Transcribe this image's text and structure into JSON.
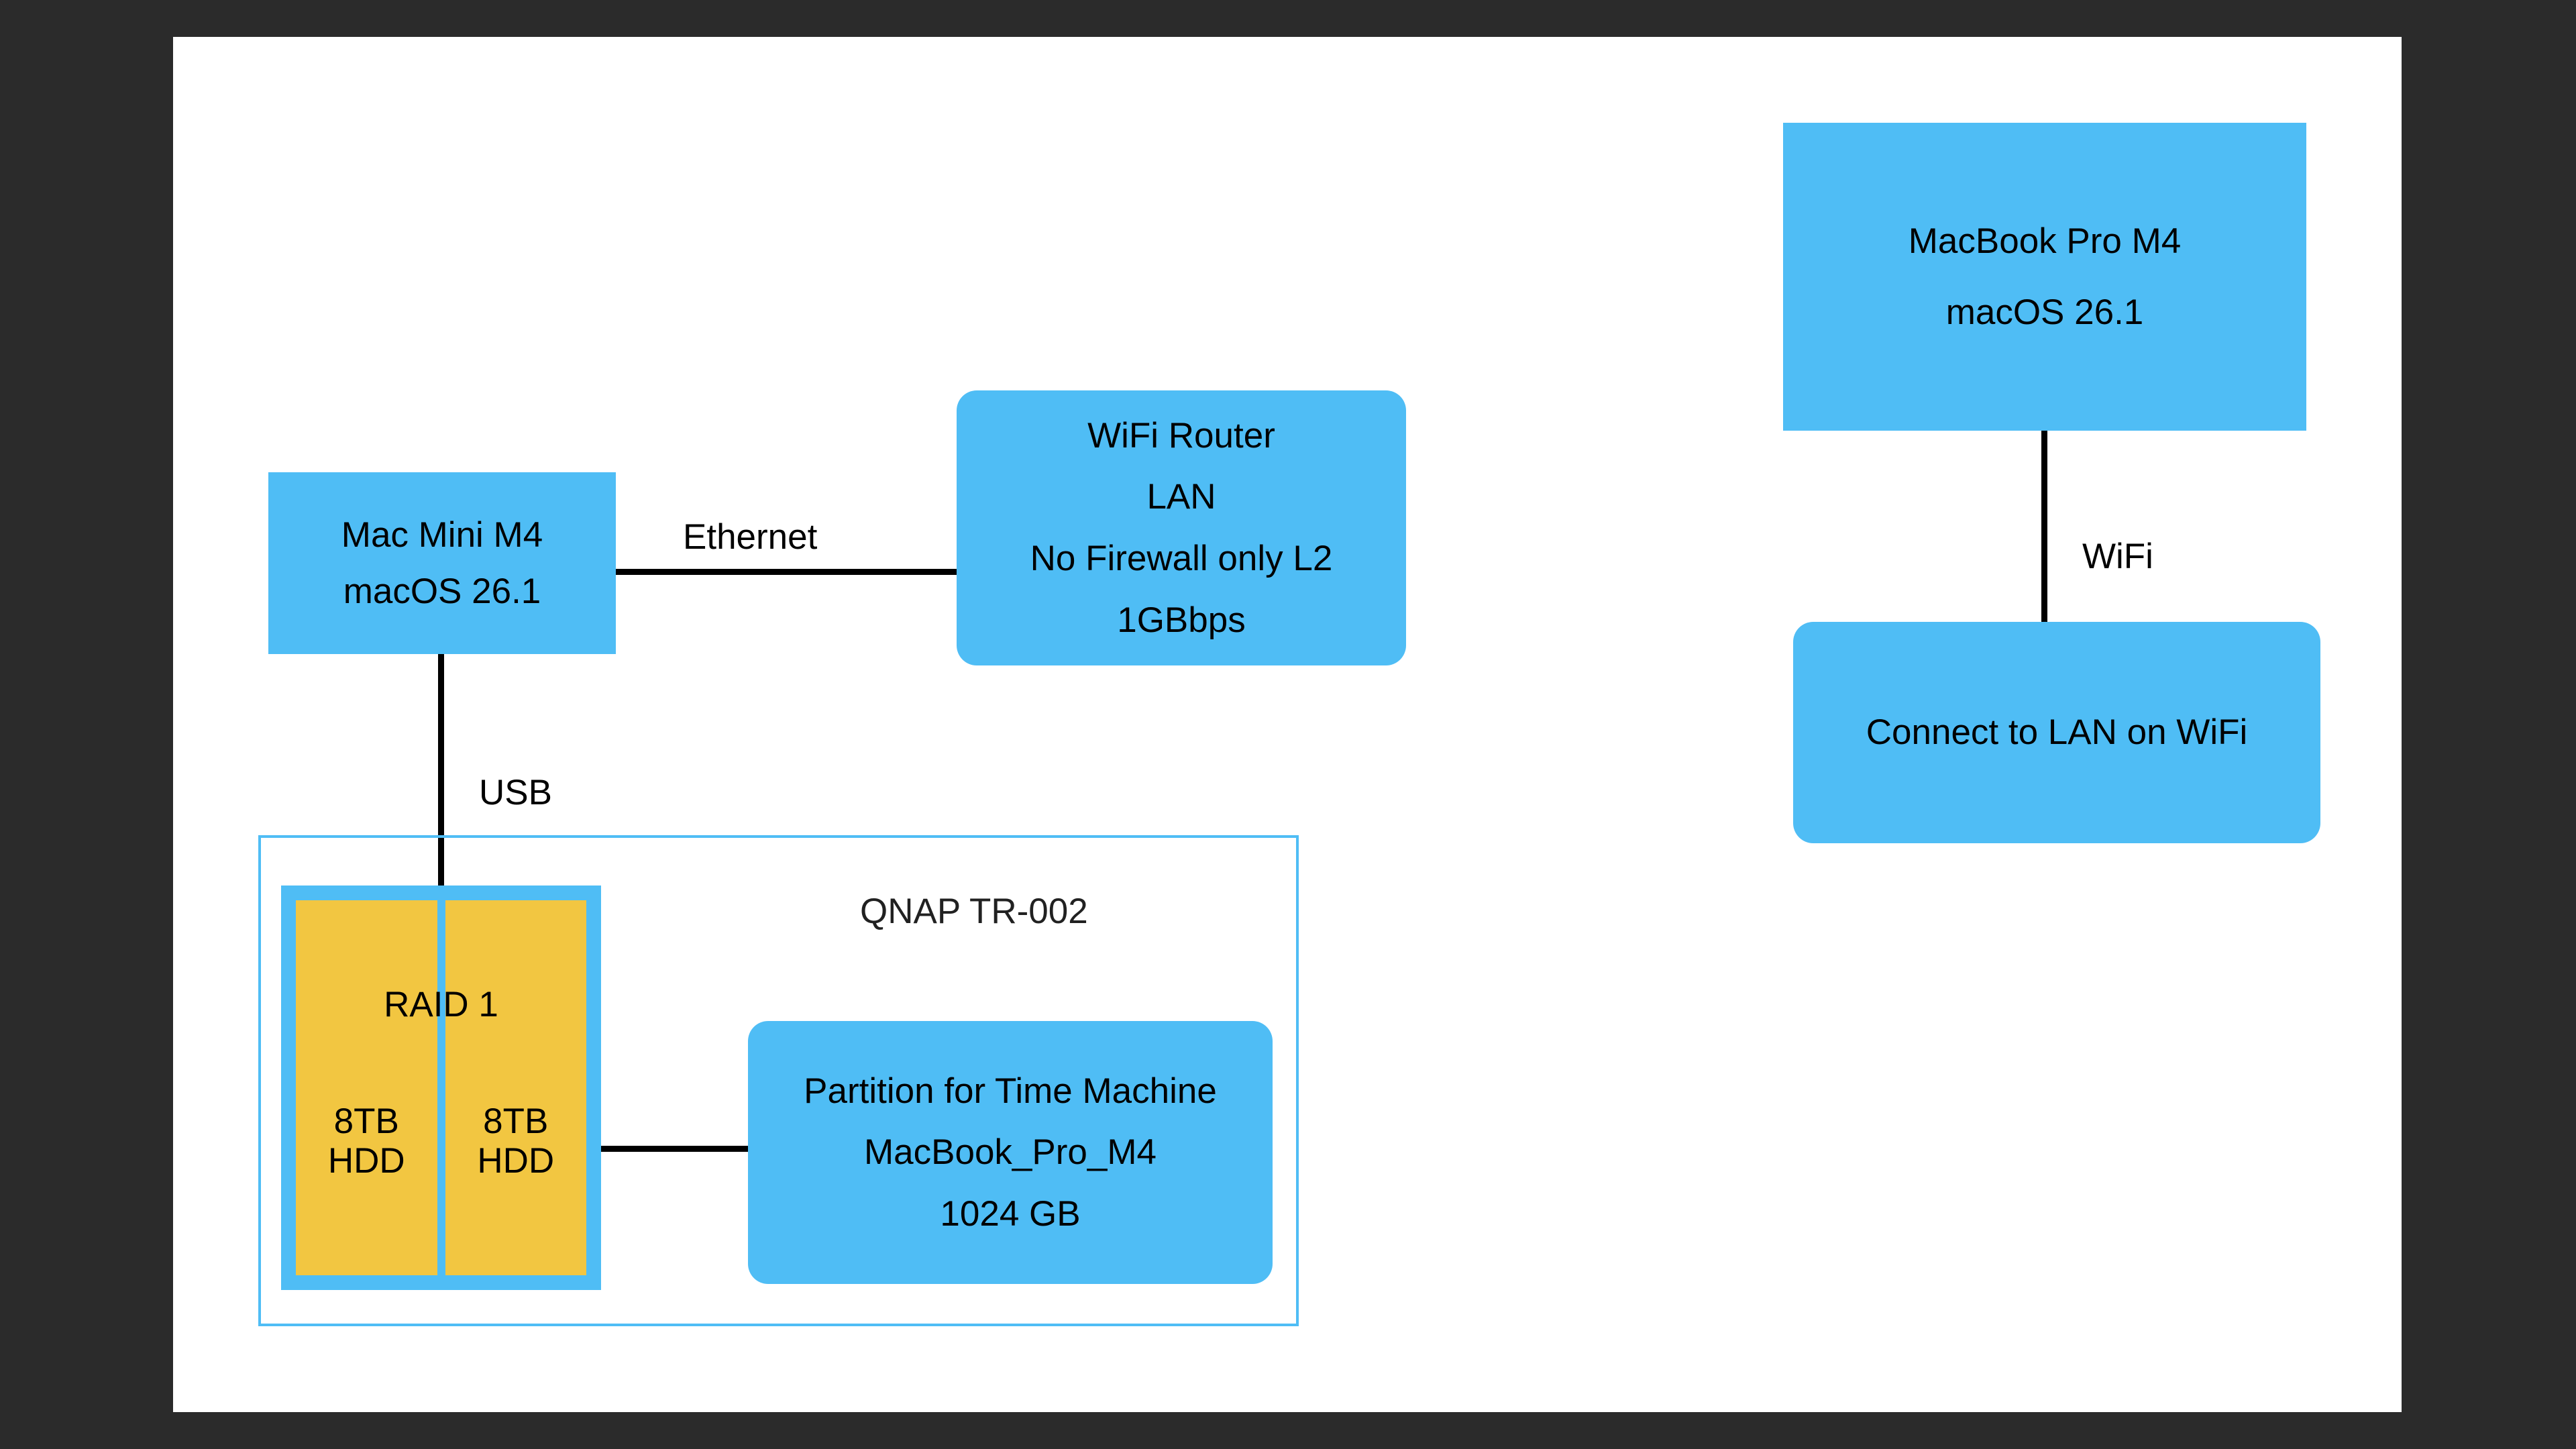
{
  "canvas": {
    "background": "#ffffff",
    "backdrop": "#2b2b2b"
  },
  "colors": {
    "node_blue": "#4FBDF5",
    "disk_yellow": "#F2C641",
    "edge_black": "#000000",
    "label_gray": "#212121"
  },
  "nodes": {
    "mac_mini": {
      "lines": [
        "Mac Mini M4",
        "macOS 26.1"
      ],
      "shape": "rect"
    },
    "wifi_router": {
      "lines": [
        "WiFi Router",
        "LAN",
        "No Firewall only L2",
        "1GBbps"
      ],
      "shape": "rounded-rect"
    },
    "macbook_pro": {
      "lines": [
        "MacBook Pro M4",
        "macOS 26.1"
      ],
      "shape": "rect"
    },
    "connect_lan": {
      "lines": [
        "Connect to LAN on WiFi"
      ],
      "shape": "rounded-rect"
    },
    "partition": {
      "lines": [
        "Partition for Time Machine",
        "MacBook_Pro_M4",
        "1024 GB"
      ],
      "shape": "rounded-rect"
    }
  },
  "enclosure": {
    "label": "QNAP TR-002",
    "raid_caption": "RAID 1",
    "disks": [
      {
        "capacity": "8TB",
        "type": "HDD"
      },
      {
        "capacity": "8TB",
        "type": "HDD"
      }
    ]
  },
  "edges": {
    "ethernet": {
      "label": "Ethernet",
      "from": "mac_mini",
      "to": "wifi_router"
    },
    "usb": {
      "label": "USB",
      "from": "mac_mini",
      "to": "raid_enclosure"
    },
    "wifi": {
      "label": "WiFi",
      "from": "macbook_pro",
      "to": "connect_lan"
    },
    "raid_to_partition": {
      "label": "",
      "from": "raid_enclosure",
      "to": "partition"
    }
  }
}
